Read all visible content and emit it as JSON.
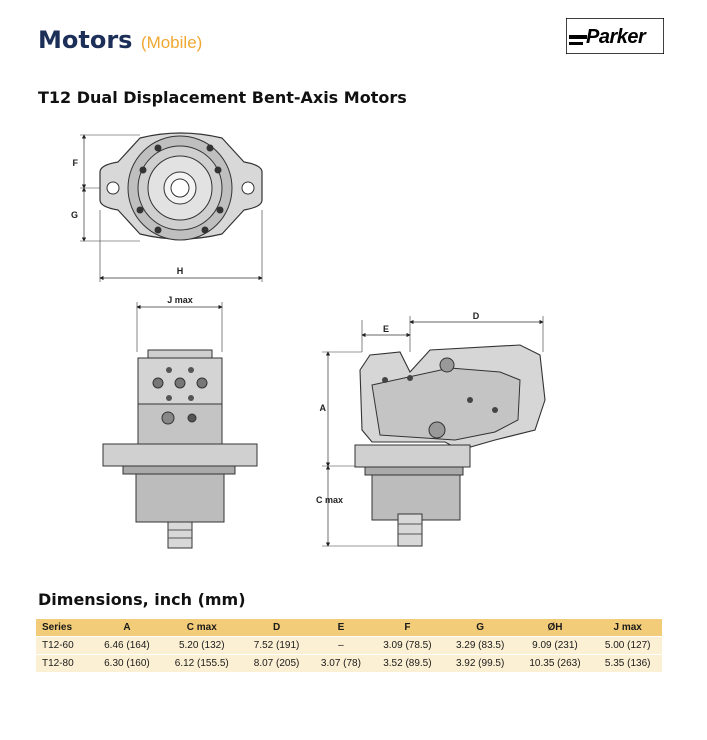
{
  "header": {
    "title": "Motors",
    "subtitle": "(Mobile)",
    "brand": "Parker"
  },
  "section_title": "T12 Dual Displacement Bent-Axis Motors",
  "drawing_labels": {
    "top": {
      "f": "F",
      "g": "G",
      "h": "H"
    },
    "front": {
      "j": "J max"
    },
    "side": {
      "e": "E",
      "d": "D",
      "a": "A",
      "c": "C max"
    }
  },
  "dimensions": {
    "title": "Dimensions, inch (mm)",
    "columns": [
      "Series",
      "A",
      "C max",
      "D",
      "E",
      "F",
      "G",
      "ØH",
      "J max"
    ],
    "rows": [
      [
        "T12-60",
        "6.46 (164)",
        "5.20 (132)",
        "7.52 (191)",
        "–",
        "3.09 (78.5)",
        "3.29 (83.5)",
        "9.09 (231)",
        "5.00 (127)"
      ],
      [
        "T12-80",
        "6.30 (160)",
        "6.12 (155.5)",
        "8.07 (205)",
        "3.07 (78)",
        "3.52 (89.5)",
        "3.92 (99.5)",
        "10.35 (263)",
        "5.35 (136)"
      ]
    ]
  }
}
